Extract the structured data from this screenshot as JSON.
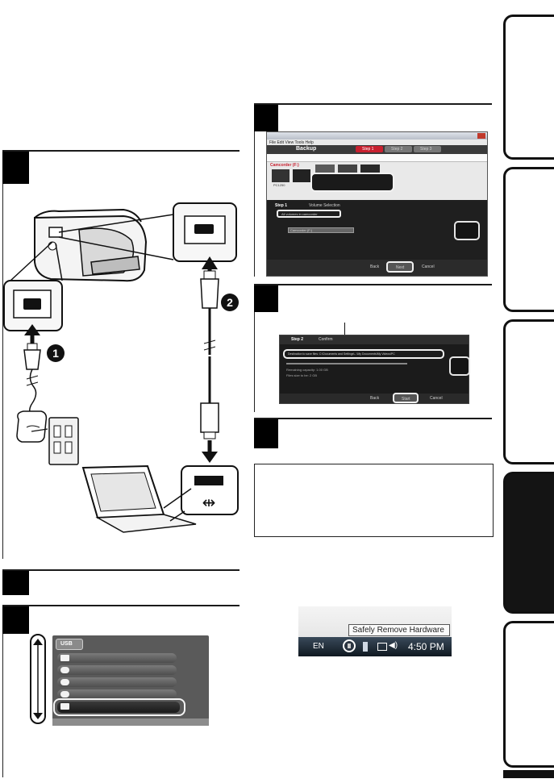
{
  "screenshots": {
    "usb_menu_label": "USB",
    "windows_tray": {
      "tooltip": "Safely Remove Hardware",
      "language": "EN",
      "time": "4:50 PM"
    },
    "software_window": {
      "menu_bar": "File Edit View Tools Help",
      "tab_backup": "Backup",
      "tab_step1": "Step 1",
      "tab_step2": "Step 2",
      "tab_step3": "Step 3",
      "device_label": "Camcorder (F:)",
      "thumbnail_caption": "PC1250",
      "step_label": "Step 1",
      "volume_selection": "Volume Selection",
      "option_all_volumes": "All volumes in camcorder",
      "dropdown_value": "Camcorder (F:)",
      "btn_back": "Back",
      "btn_next": "Next",
      "btn_cancel": "Cancel"
    },
    "confirm_window": {
      "tab_step2": "Step 2",
      "tab_confirm": "Confirm",
      "path_line": "Destination to save files: C:\\Documents and Settings\\...\\My Documents\\My Videos\\PC",
      "remaining_capacity": "Remaining capacity: 1.00 GB",
      "required_capacity": "Files size to be: 2 GB",
      "btn_back": "Back",
      "btn_start": "Start",
      "btn_cancel": "Cancel"
    }
  },
  "step_markers": {
    "plug_marker": "1",
    "cable_marker": "2"
  },
  "colors": {
    "rule": "#1a1a1a",
    "tab_active": "#141414",
    "screen_dark": "#1c1c1c"
  }
}
